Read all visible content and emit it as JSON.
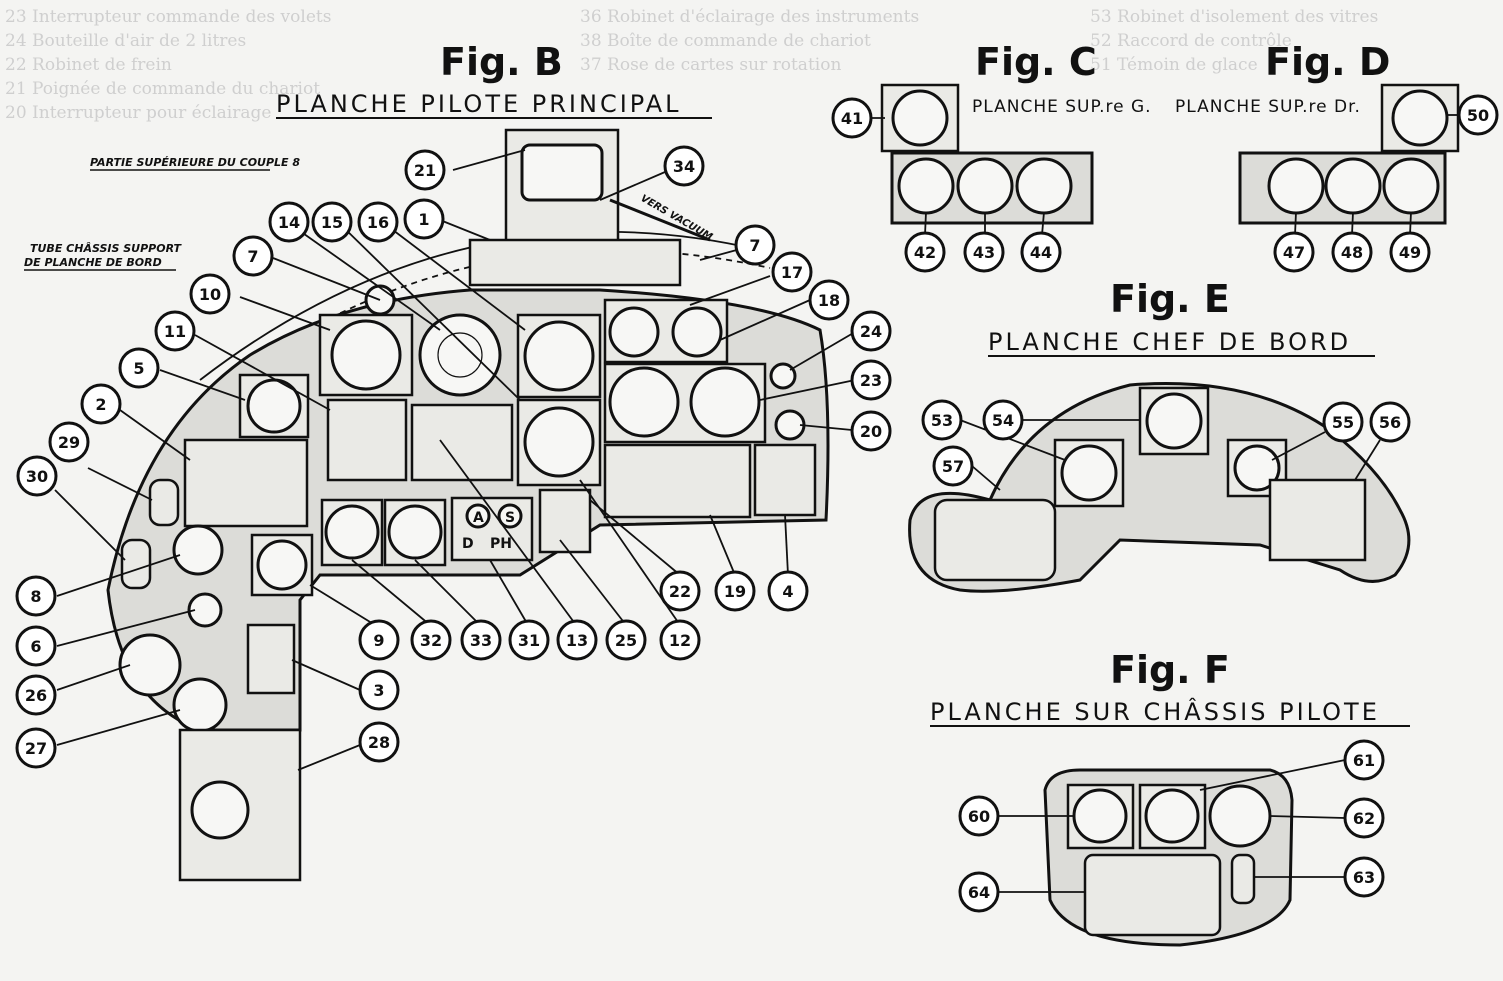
{
  "figures": {
    "b": {
      "title": "Fig. B",
      "subtitle": "PLANCHE PILOTE PRINCIPAL",
      "note_top": "PARTIE SUPÉRIEURE DU COUPLE 8",
      "note_left_1": "TUBE CHÂSSIS SUPPORT",
      "note_left_2": "DE PLANCHE DE BORD",
      "arrow_label": "VERS VACUUM"
    },
    "c": {
      "title": "Fig. C",
      "subtitle": "PLANCHE SUP.re G."
    },
    "d": {
      "title": "Fig. D",
      "subtitle": "PLANCHE SUP.re Dr."
    },
    "e": {
      "title": "Fig. E",
      "subtitle": "PLANCHE CHEF DE BORD"
    },
    "f": {
      "title": "Fig. F",
      "subtitle": "PLANCHE SUR CHÂSSIS PILOTE"
    }
  },
  "panel_labels": {
    "b_a": "A",
    "b_s": "S",
    "b_d": "D",
    "b_ph": "PH"
  },
  "callouts": {
    "c1": "1",
    "c2": "2",
    "c3": "3",
    "c4": "4",
    "c5": "5",
    "c6": "6",
    "c7a": "7",
    "c7b": "7",
    "c8": "8",
    "c9": "9",
    "c10": "10",
    "c11": "11",
    "c12": "12",
    "c13": "13",
    "c14": "14",
    "c15": "15",
    "c16": "16",
    "c17": "17",
    "c18": "18",
    "c19": "19",
    "c20": "20",
    "c21": "21",
    "c22": "22",
    "c23": "23",
    "c24": "24",
    "c25": "25",
    "c26": "26",
    "c27": "27",
    "c28": "28",
    "c29": "29",
    "c30": "30",
    "c31": "31",
    "c32": "32",
    "c33": "33",
    "c34": "34",
    "c41": "41",
    "c42": "42",
    "c43": "43",
    "c44": "44",
    "c47": "47",
    "c48": "48",
    "c49": "49",
    "c50": "50",
    "c53": "53",
    "c54": "54",
    "c55": "55",
    "c56": "56",
    "c57": "57",
    "c60": "60",
    "c61": "61",
    "c62": "62",
    "c63": "63",
    "c64": "64"
  },
  "background_text": {
    "l1": "23 Interrupteur commande des volets",
    "l2": "24 Bouteille d'air de 2 litres",
    "l3": "22 Robinet de frein",
    "l4": "21 Poignée de commande du chariot",
    "l5": "20 Interrupteur pour éclairage",
    "r1": "36 Robinet d'éclairage des instruments",
    "r2": "38 Boîte de commande de chariot",
    "r3": "37 Rose de cartes sur rotation",
    "s1": "53 Robinet d'isolement des vitres",
    "s2": "52 Raccord de contrôle",
    "s3": "51 Témoin de glace"
  },
  "colors": {
    "ink": "#111111",
    "paper": "#f4f4f2",
    "panel": "#dcdcd8"
  }
}
